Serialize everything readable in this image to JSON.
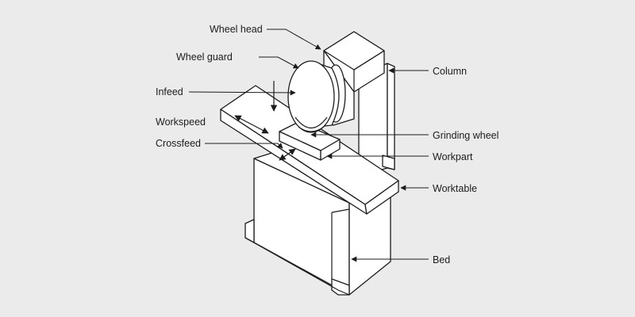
{
  "labels": {
    "wheel_head": "Wheel head",
    "wheel_guard": "Wheel guard",
    "infeed": "Infeed",
    "workspeed": "Workspeed",
    "crossfeed": "Crossfeed",
    "column": "Column",
    "grinding_wheel": "Grinding wheel",
    "workpart": "Workpart",
    "worktable": "Worktable",
    "bed": "Bed"
  },
  "colors": {
    "background": "#ebebeb",
    "line": "#1c1c1c",
    "fill": "#ffffff"
  }
}
